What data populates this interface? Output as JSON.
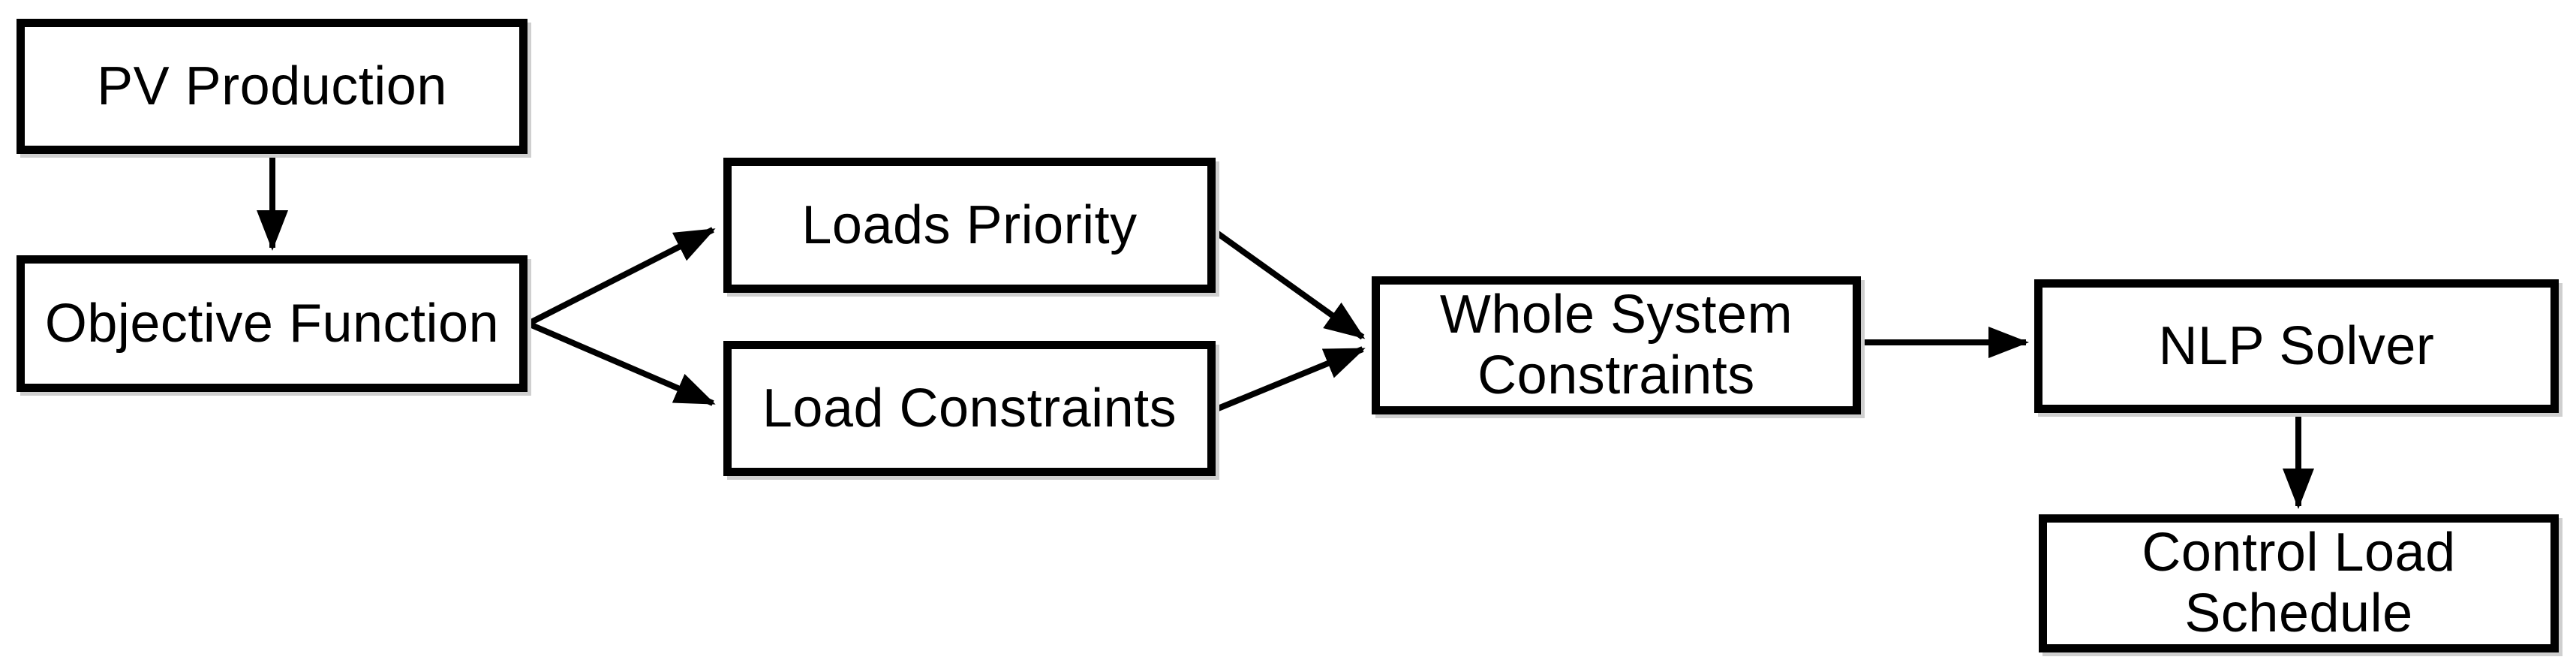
{
  "diagram": {
    "type": "flowchart",
    "background_color": "#ffffff",
    "stroke_color": "#000000",
    "node_fill_color": "#ffffff",
    "node_border_color": "#000000",
    "shadow_color": "#cfcfcf",
    "nodes": {
      "pv_production": {
        "label": "PV Production"
      },
      "objective_function": {
        "label": "Objective Function"
      },
      "loads_priority": {
        "label": "Loads Priority"
      },
      "load_constraints": {
        "label": "Load Constraints"
      },
      "whole_system_constraints": {
        "label": "Whole System\nConstraints"
      },
      "nlp_solver": {
        "label": "NLP Solver"
      },
      "control_load_schedule": {
        "label": "Control Load\nSchedule"
      }
    },
    "edges": [
      {
        "from": "pv_production",
        "to": "objective_function"
      },
      {
        "from": "objective_function",
        "to": "loads_priority"
      },
      {
        "from": "objective_function",
        "to": "load_constraints"
      },
      {
        "from": "loads_priority",
        "to": "whole_system_constraints"
      },
      {
        "from": "load_constraints",
        "to": "whole_system_constraints"
      },
      {
        "from": "whole_system_constraints",
        "to": "nlp_solver"
      },
      {
        "from": "nlp_solver",
        "to": "control_load_schedule"
      }
    ]
  }
}
